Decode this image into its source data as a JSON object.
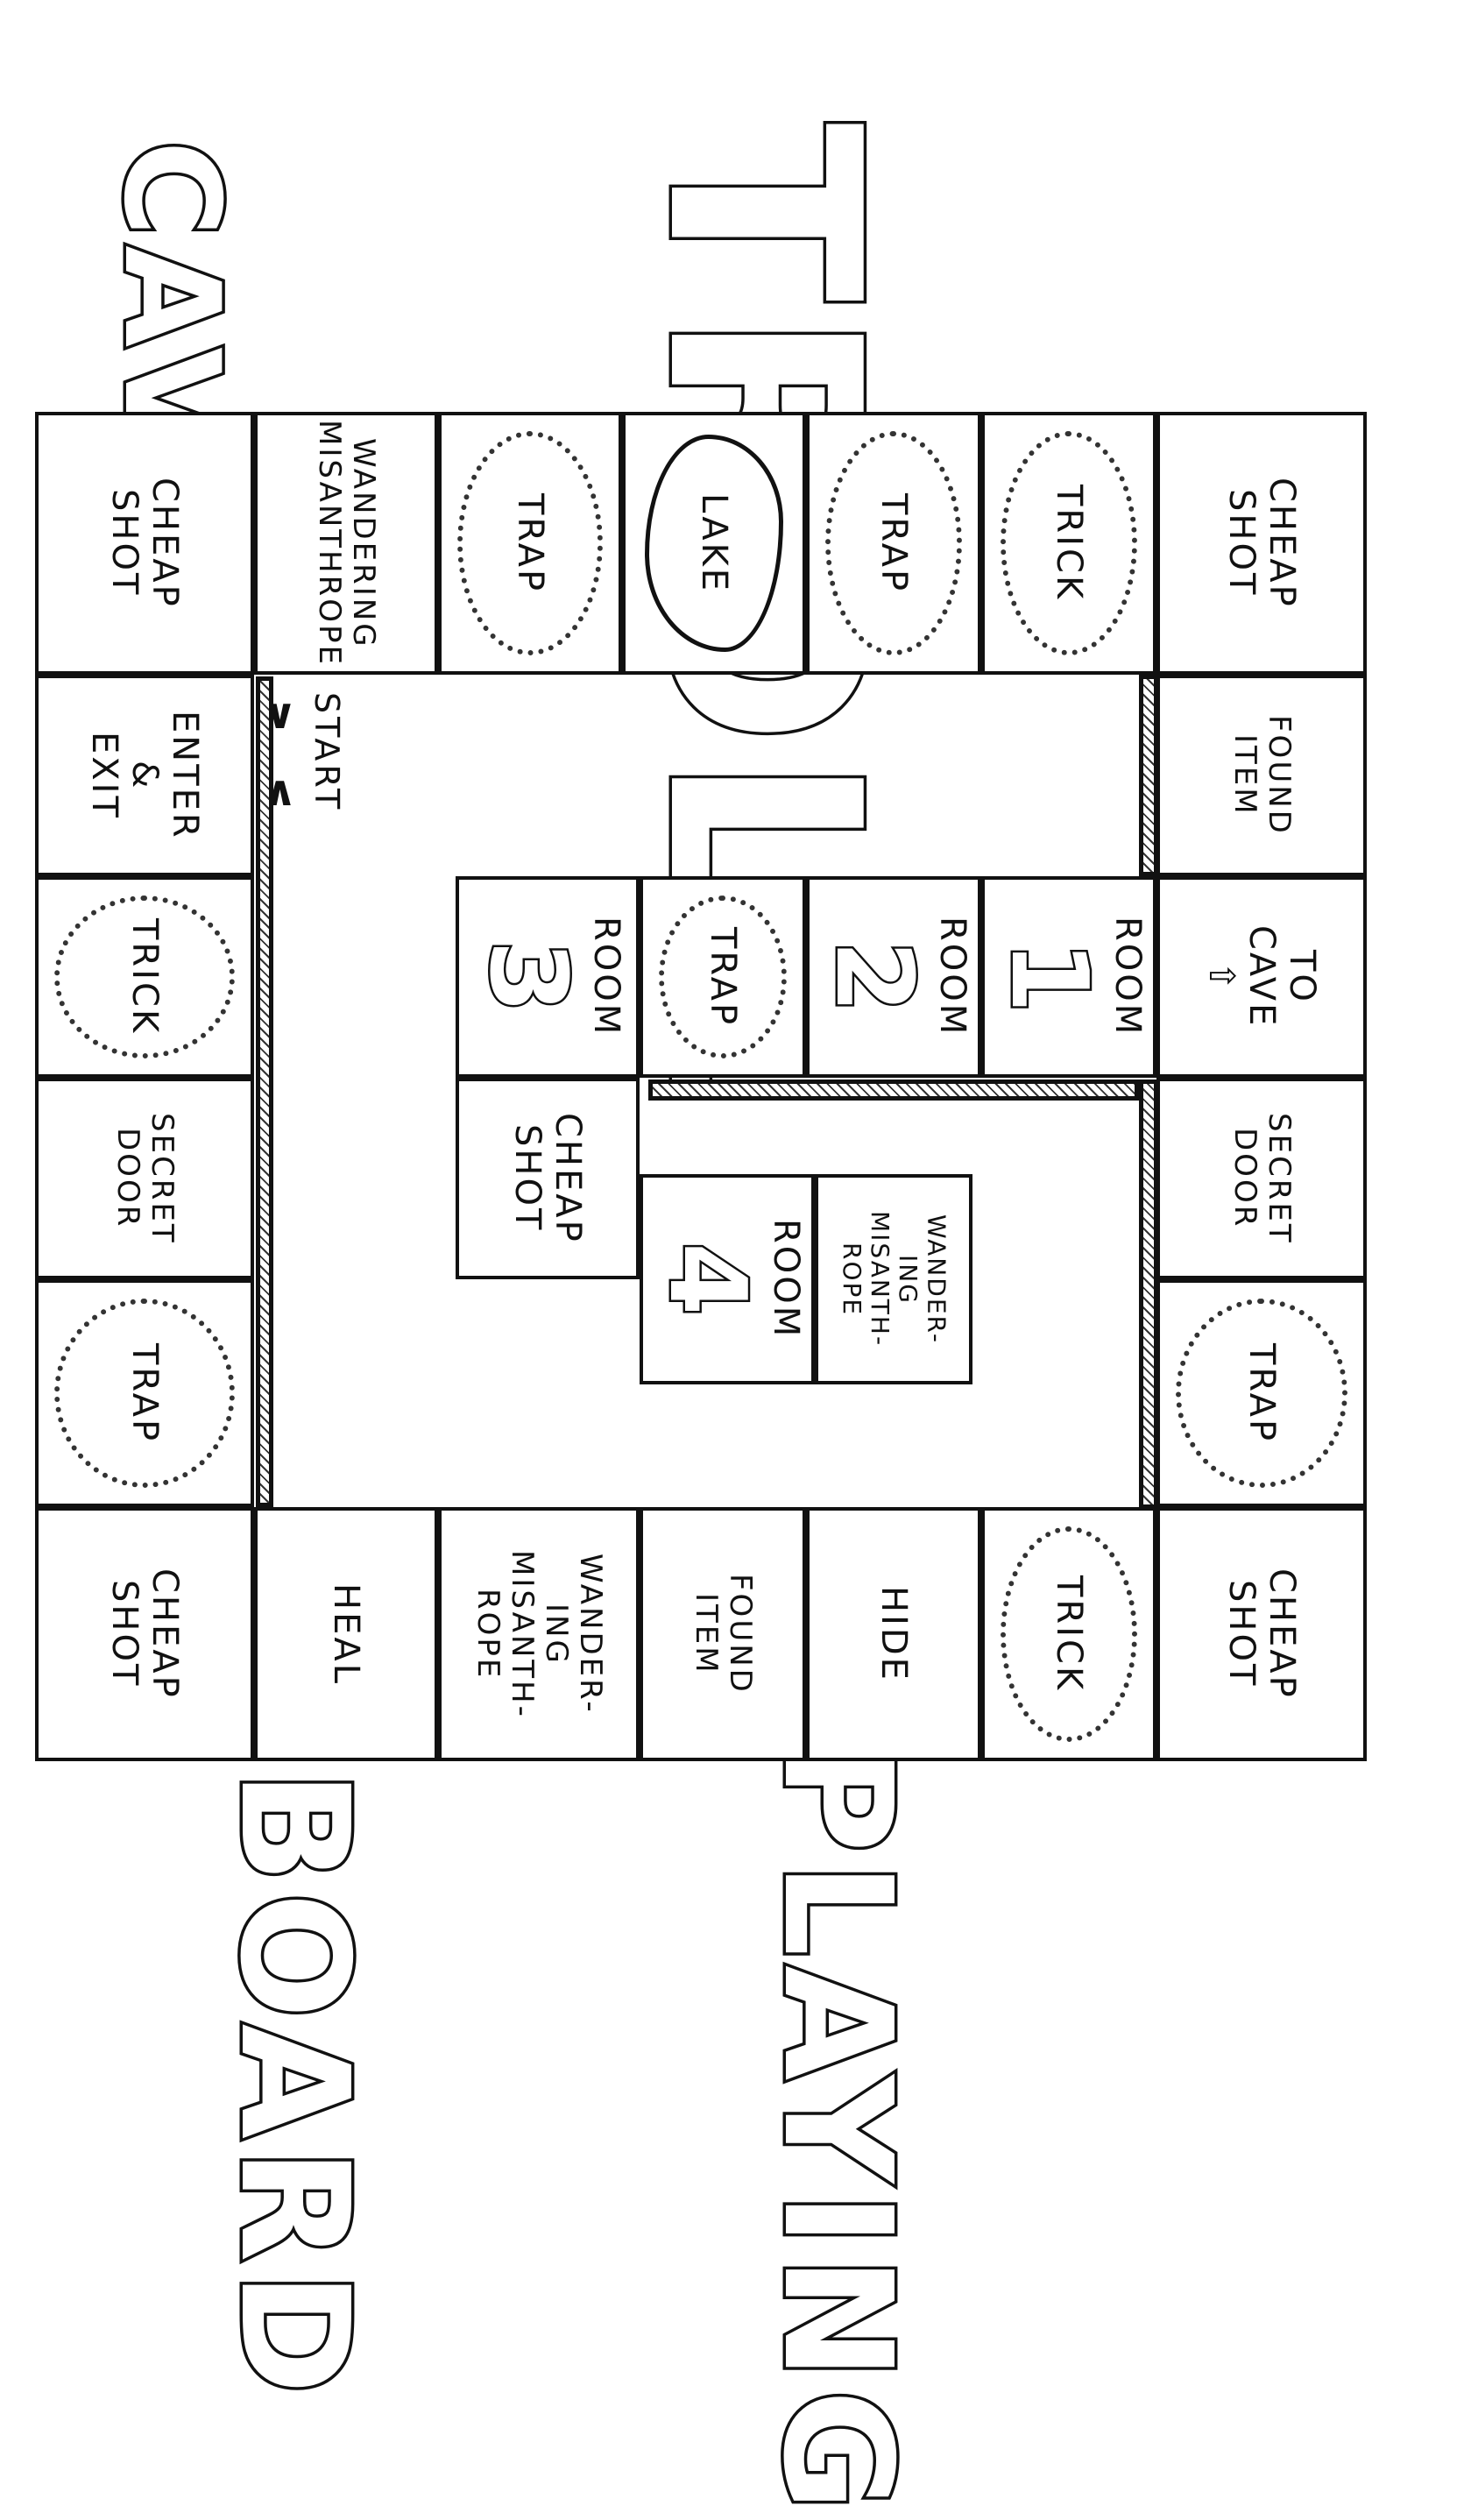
{
  "title_top": {
    "word1": "TROLL",
    "word2": "CAVERN"
  },
  "title_bottom": {
    "word1": "PLAYING",
    "word2": "BOARD"
  },
  "start_label": "START",
  "start_arrows": [
    "∨",
    "∧"
  ],
  "cells": [
    {
      "id": "c1",
      "text": "CHEAP\nSHOT"
    },
    {
      "id": "c2",
      "text": "WANDERING\nMISANTHROPE"
    },
    {
      "id": "c3",
      "text": "TRAP"
    },
    {
      "id": "c4",
      "text": "LAKE"
    },
    {
      "id": "c5",
      "text": "TRAP"
    },
    {
      "id": "c6",
      "text": "TRICK"
    },
    {
      "id": "c7",
      "text": "CHEAP\nSHOT"
    },
    {
      "id": "c8",
      "text": "ENTER\n&\nEXIT"
    },
    {
      "id": "c9",
      "text": "FOUND\nITEM"
    },
    {
      "id": "c10",
      "text": "TRICK"
    },
    {
      "id": "c11",
      "text": "TO\nCAVE\n⇧"
    },
    {
      "id": "c12",
      "text": "SECRET\nDOOR"
    },
    {
      "id": "c13",
      "text": "SECRET\nDOOR"
    },
    {
      "id": "c14",
      "text": "TRAP"
    },
    {
      "id": "c15",
      "text": "TRAP"
    },
    {
      "id": "c16",
      "text": "CHEAP\nSHOT"
    },
    {
      "id": "c17",
      "text": "HEAL"
    },
    {
      "id": "c18",
      "text": "WANDER-\nING\nMISANTH-\nROPE"
    },
    {
      "id": "c19",
      "text": "FOUND\nITEM"
    },
    {
      "id": "c20",
      "text": "HIDE"
    },
    {
      "id": "c21",
      "text": "TRICK"
    },
    {
      "id": "c22",
      "text": "CHEAP\nSHOT"
    },
    {
      "id": "r1",
      "text": "ROOM",
      "num": "1"
    },
    {
      "id": "r2",
      "text": "ROOM",
      "num": "2"
    },
    {
      "id": "i1",
      "text": "TRAP"
    },
    {
      "id": "r3",
      "text": "ROOM",
      "num": "3"
    },
    {
      "id": "i2",
      "text": "CHEAP\nSHOT"
    },
    {
      "id": "r4",
      "text": "ROOM",
      "num": "4"
    },
    {
      "id": "i3",
      "text": "WANDER-\nING\nMISANTH-\nROPE"
    }
  ]
}
